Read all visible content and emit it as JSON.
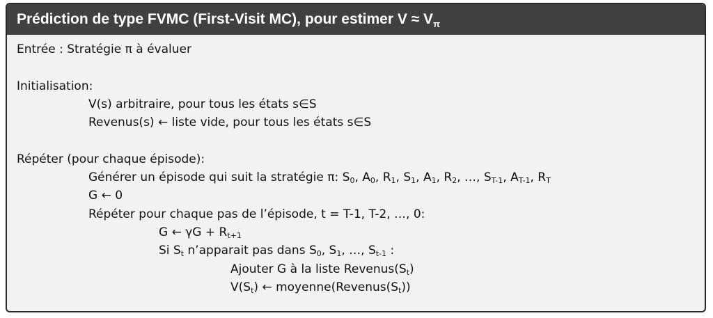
{
  "title": {
    "text": "Prédiction de type FVMC (First-Visit MC), pour estimer V ≈ V",
    "sub": "π"
  },
  "lines": {
    "input": "Entrée : Stratégie π à évaluer",
    "init_header": "Initialisation:",
    "init_v": "V(s) arbitraire, pour tous les états s∈S",
    "init_revenus": "Revenus(s) ← liste vide, pour tous les états s∈S",
    "repeat_header": "Répéter (pour chaque épisode):",
    "generate": {
      "prefix": "Générer un épisode qui suit la stratégie π: ",
      "s0": "S",
      "s0_sub": "0",
      "a0": "A",
      "a0_sub": "0",
      "r1": "R",
      "r1_sub": "1",
      "s1": "S",
      "s1_sub": "1",
      "a1": "A",
      "a1_sub": "1",
      "r2": "R",
      "r2_sub": "2",
      "ellipsis": "…",
      "stm1": "S",
      "stm1_sub": "T-1",
      "atm1": "A",
      "atm1_sub": "T-1",
      "rt": "R",
      "rt_sub": "T"
    },
    "g_init": "G ← 0",
    "repeat_steps": "Répéter pour chaque pas de l’épisode, t = T-1, T-2, …, 0:",
    "g_update": {
      "prefix": "G ← γG + R",
      "sub": "t+1"
    },
    "if_line": {
      "p1": "Si S",
      "st_sub": "t",
      "p2": " n’apparait pas dans S",
      "s0_sub": "0",
      "p3": ", S",
      "s1_sub": "1",
      "p4": ", …, S",
      "stm1_sub": "t-1",
      "p5": " :"
    },
    "append_line": {
      "p1": "Ajouter G à la liste Revenus(S",
      "sub": "t",
      "p2": ")"
    },
    "avg_line": {
      "p1": "V(S",
      "sub1": "t",
      "p2": ") ← moyenne(Revenus(S",
      "sub2": "t",
      "p3": "))"
    }
  }
}
